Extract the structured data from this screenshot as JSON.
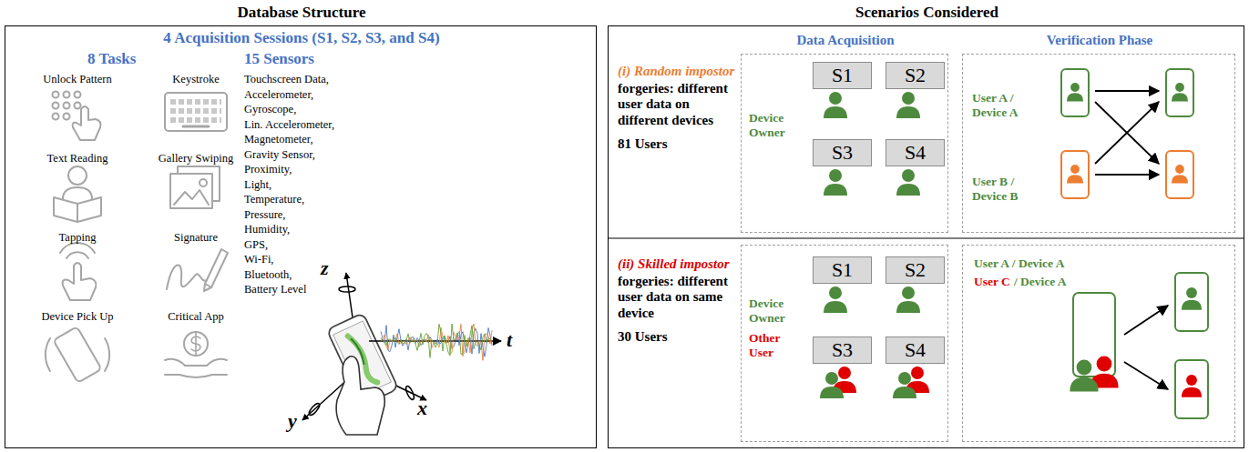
{
  "diagram": {
    "nodes": [
      {
        "text": [
          "Database Structure",
          "4 Acquisition Sessions (S1, S2, S3, and S4)",
          "8 Tasks",
          "15 Sensors"
        ]
      },
      {
        "text": [
          "Scenarios Considered"
        ]
      },
      {
        "text": [
          "Data Acquisition",
          "Device Owner"
        ],
        "in": 1
      },
      {
        "text": [
          "S1"
        ],
        "in": 2
      },
      {
        "text": [
          "S2"
        ],
        "in": 2
      },
      {
        "text": [
          "S3"
        ],
        "in": 2
      },
      {
        "text": [
          "S4"
        ],
        "in": 2
      },
      {
        "text": [
          "Verification Phase",
          "User A / Device A",
          "User B / Device B"
        ],
        "in": 1
      },
      {
        "text": [
          "Device Owner",
          "Other User"
        ],
        "in": 1
      },
      {
        "text": [
          "S1"
        ],
        "in": 8
      },
      {
        "text": [
          "S2"
        ],
        "in": 8
      },
      {
        "text": [
          "S3"
        ],
        "in": 8
      },
      {
        "text": [
          "S4"
        ],
        "in": 8
      },
      {
        "text": [
          "User A / Device A",
          "User C",
          "/ Device A"
        ],
        "in": 1
      }
    ],
    "labels": [
      "Unlock Pattern",
      "Keystroke",
      "Text Reading",
      "Gallery Swiping",
      "Tapping",
      "Signature",
      "Device Pick Up",
      "Critical App",
      "Touchscreen Data,",
      "Accelerometer,",
      "Gyroscope,",
      "Lin. Accelerometer,",
      "Magnetometer,",
      "Gravity Sensor,",
      "Proximity,",
      "Light,",
      "Temperature,",
      "Pressure,",
      "Humidity,",
      "GPS,",
      "Wi-Fi,",
      "Bluetooth,",
      "Battery Level",
      "z",
      "x",
      "y",
      "t",
      "(i) Random impostor",
      "forgeries: different user data on different devices",
      "81 Users",
      "(ii) Skilled impostor",
      "forgeries: different user data on same device",
      "30 Users"
    ]
  }
}
